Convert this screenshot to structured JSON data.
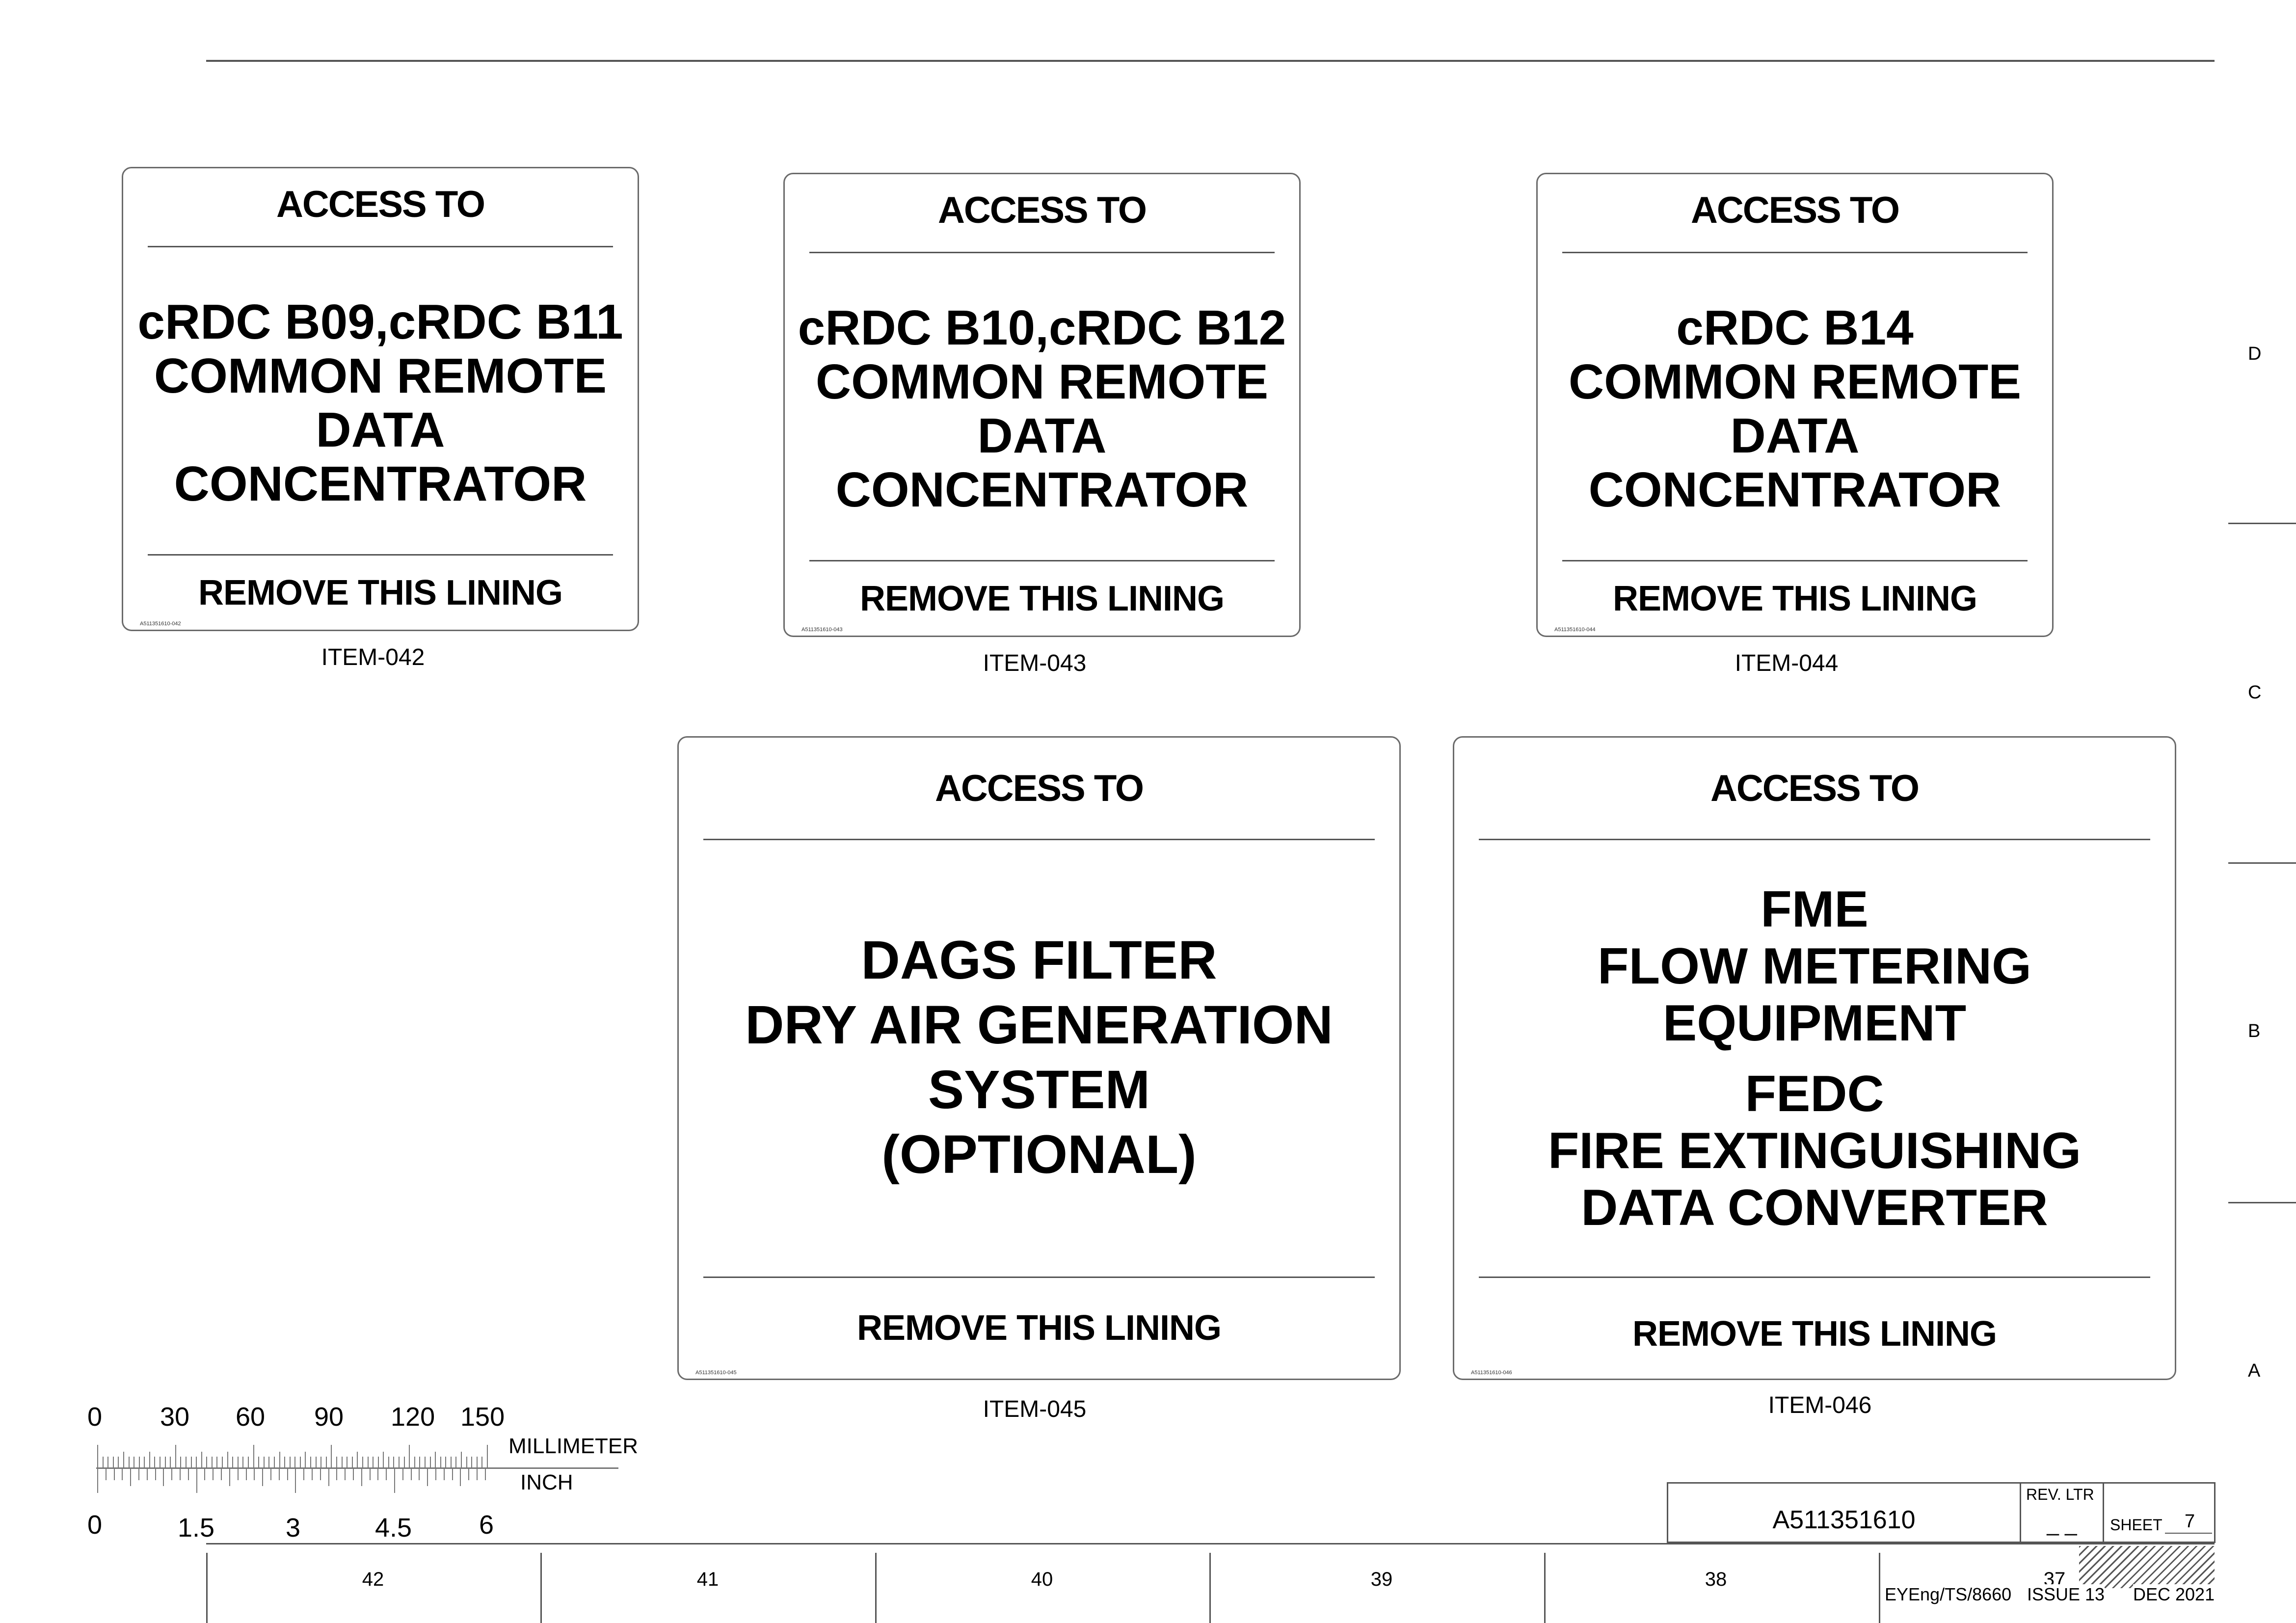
{
  "labels": [
    {
      "title": "ACCESS TO",
      "lines": [
        "cRDC B09,cRDC B11",
        "COMMON REMOTE",
        "DATA",
        "CONCENTRATOR"
      ],
      "footer": "REMOVE THIS LINING",
      "part_no": "A511351610-042",
      "caption": "ITEM-042"
    },
    {
      "title": "ACCESS TO",
      "lines": [
        "cRDC B10,cRDC B12",
        "COMMON REMOTE",
        "DATA",
        "CONCENTRATOR"
      ],
      "footer": "REMOVE THIS LINING",
      "part_no": "A511351610-043",
      "caption": "ITEM-043"
    },
    {
      "title": "ACCESS TO",
      "lines": [
        "cRDC B14",
        "COMMON REMOTE",
        "DATA",
        "CONCENTRATOR"
      ],
      "footer": "REMOVE THIS LINING",
      "part_no": "A511351610-044",
      "caption": "ITEM-044"
    },
    {
      "title": "ACCESS TO",
      "lines": [
        "DAGS FILTER",
        "DRY AIR GENERATION",
        "SYSTEM",
        "(OPTIONAL)"
      ],
      "footer": "REMOVE THIS LINING",
      "part_no": "A511351610-045",
      "caption": "ITEM-045"
    },
    {
      "title": "ACCESS TO",
      "lines": [
        "FME",
        "FLOW METERING",
        "EQUIPMENT",
        "FEDC",
        "FIRE EXTINGUISHING",
        "DATA CONVERTER"
      ],
      "footer": "REMOVE THIS LINING",
      "part_no": "A511351610-046",
      "caption": "ITEM-046"
    }
  ],
  "ruler": {
    "mm_labels": [
      "0",
      "30",
      "60",
      "90",
      "120",
      "150"
    ],
    "inch_labels": [
      "0",
      "1.5",
      "3",
      "4.5",
      "6"
    ],
    "unit_mm": "MILLIMETER",
    "unit_inch": "INCH"
  },
  "zones": {
    "letters": [
      "D",
      "C",
      "B",
      "A"
    ],
    "numbers": [
      "42",
      "41",
      "40",
      "39",
      "38",
      "37"
    ]
  },
  "title_block": {
    "drawing_no": "A511351610",
    "rev_ltr_label": "REV. LTR",
    "rev_ltr_value": "_ _",
    "sheet_label": "SHEET",
    "sheet_value": "7",
    "doc_ref": "EYEng/TS/8660",
    "issue": "ISSUE 13",
    "date": "DEC 2021"
  }
}
